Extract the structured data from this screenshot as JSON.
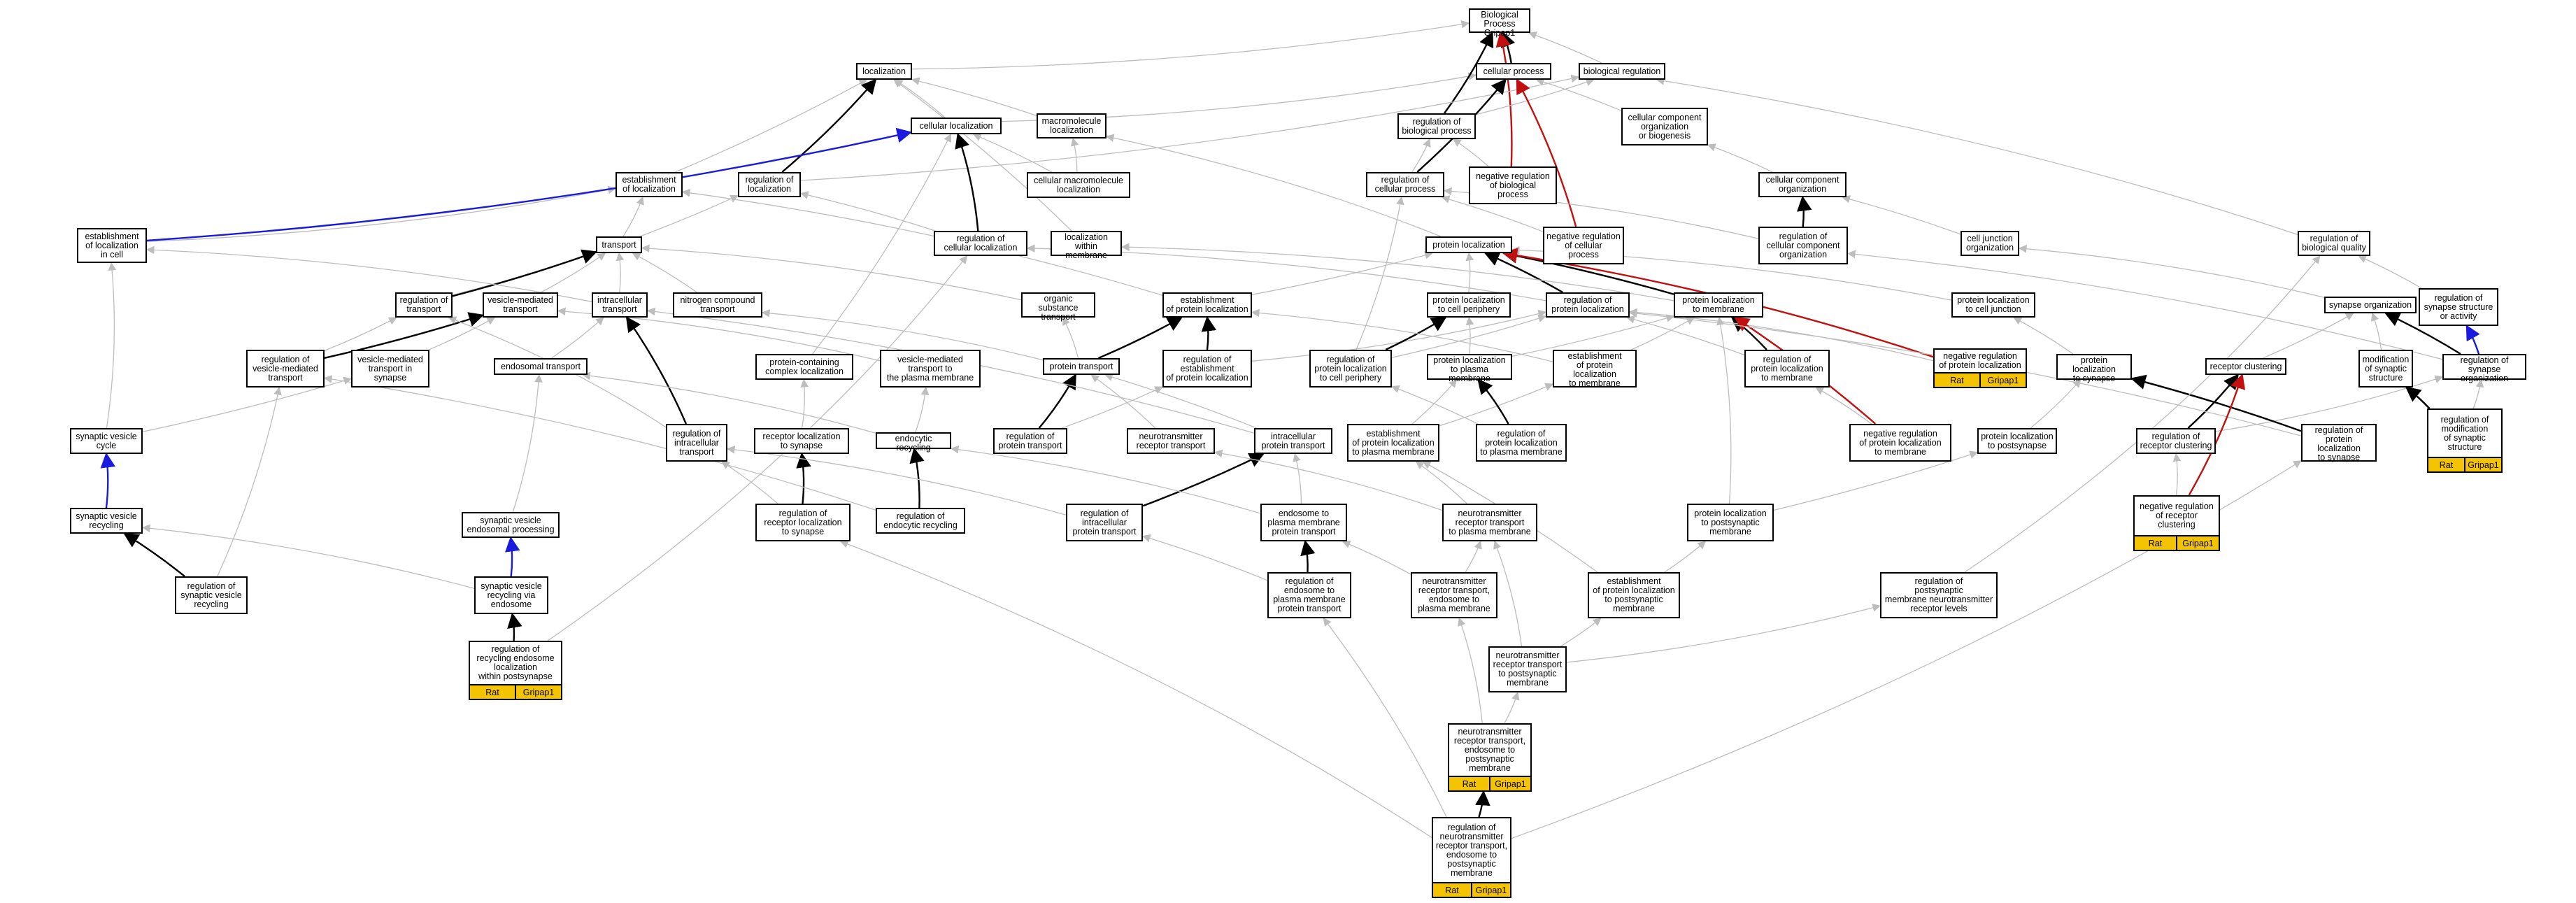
{
  "colors": {
    "is_a": "#bdbdbd",
    "part_of": "#000000",
    "positively_regulates": "#1a1adf",
    "negatively_regulates": "#c21010",
    "annotation_fill": "#f5c400"
  },
  "nodes": {
    "bp": {
      "label": "Biological Process\nGripap1"
    },
    "loc": {
      "label": "localization"
    },
    "cp": {
      "label": "cellular process"
    },
    "br": {
      "label": "biological regulation"
    },
    "cl": {
      "label": "cellular localization"
    },
    "ml": {
      "label": "macromolecule\nlocalization"
    },
    "rbp": {
      "label": "regulation of\nbiological process"
    },
    "ccob": {
      "label": "cellular component\norganization\nor biogenesis"
    },
    "eol": {
      "label": "establishment\nof localization"
    },
    "rol": {
      "label": "regulation of\nlocalization"
    },
    "cml": {
      "label": "cellular macromolecule\nlocalization"
    },
    "rcp": {
      "label": "regulation of\ncellular process"
    },
    "nrbp": {
      "label": "negative regulation\nof biological\nprocess"
    },
    "cco": {
      "label": "cellular component\norganization"
    },
    "elic": {
      "label": "establishment\nof localization\nin cell"
    },
    "rcl": {
      "label": "regulation of\ncellular localization"
    },
    "lwm": {
      "label": "localization\nwithin membrane"
    },
    "pl": {
      "label": "protein localization"
    },
    "nrcp": {
      "label": "negative regulation\nof cellular\nprocess"
    },
    "rcco": {
      "label": "regulation of\ncellular component\norganization"
    },
    "cjo": {
      "label": "cell junction\norganization"
    },
    "rbq": {
      "label": "regulation of\nbiological quality"
    },
    "tr": {
      "label": "transport"
    },
    "rtr": {
      "label": "regulation of\ntransport"
    },
    "vmt": {
      "label": "vesicle-mediated\ntransport"
    },
    "it": {
      "label": "intracellular\ntransport"
    },
    "nct": {
      "label": "nitrogen compound\ntransport"
    },
    "ost": {
      "label": "organic substance\ntransport"
    },
    "epl": {
      "label": "establishment\nof protein localization"
    },
    "plcp": {
      "label": "protein localization\nto cell periphery"
    },
    "rpl": {
      "label": "regulation of\nprotein localization"
    },
    "pltm": {
      "label": "protein localization\nto membrane"
    },
    "plcj": {
      "label": "protein localization\nto cell junction"
    },
    "so": {
      "label": "synapse organization"
    },
    "rssa": {
      "label": "regulation of\nsynapse structure\nor activity"
    },
    "rvmt": {
      "label": "regulation of\nvesicle-mediated\ntransport"
    },
    "vmtis": {
      "label": "vesicle-mediated\ntransport in\nsynapse"
    },
    "et": {
      "label": "endosomal transport"
    },
    "pcl": {
      "label": "protein-containing\ncomplex localization"
    },
    "vmtpm": {
      "label": "vesicle-mediated\ntransport to\nthe plasma membrane"
    },
    "pt": {
      "label": "protein transport"
    },
    "repl": {
      "label": "regulation of\nestablishment\nof protein localization"
    },
    "rplcp": {
      "label": "regulation of\nprotein localization\nto cell periphery"
    },
    "plpm": {
      "label": "protein localization\nto plasma membrane"
    },
    "epltm": {
      "label": "establishment\nof protein localization\nto membrane"
    },
    "rpltm": {
      "label": "regulation of\nprotein localization\nto membrane"
    },
    "nrpl": {
      "label": "negative regulation\nof protein localization",
      "annotation": [
        "Rat",
        "Gripap1"
      ]
    },
    "pls": {
      "label": "protein localization\nto synapse"
    },
    "rc": {
      "label": "receptor clustering"
    },
    "mss": {
      "label": "modification\nof synaptic\nstructure"
    },
    "rso": {
      "label": "regulation of\nsynapse organization"
    },
    "svc": {
      "label": "synaptic vesicle\ncycle"
    },
    "rit": {
      "label": "regulation of\nintracellular\ntransport"
    },
    "rls": {
      "label": "receptor localization\nto synapse"
    },
    "ecr": {
      "label": "endocytic recycling"
    },
    "rpt": {
      "label": "regulation of\nprotein transport"
    },
    "nrt": {
      "label": "neurotransmitter\nreceptor transport"
    },
    "intp": {
      "label": "intracellular\nprotein transport"
    },
    "epltpm": {
      "label": "establishment\nof protein localization\nto plasma membrane"
    },
    "rplpm": {
      "label": "regulation of\nprotein localization\nto plasma membrane"
    },
    "nrpltm": {
      "label": "negative regulation\nof protein localization\nto membrane"
    },
    "plps": {
      "label": "protein localization\nto postsynapse"
    },
    "rrc": {
      "label": "regulation of\nreceptor clustering"
    },
    "rpls": {
      "label": "regulation of\nprotein localization\nto synapse"
    },
    "rmss": {
      "label": "regulation of\nmodification\nof synaptic\nstructure",
      "annotation": [
        "Rat",
        "Gripap1"
      ]
    },
    "svr": {
      "label": "synaptic vesicle\nrecycling"
    },
    "sveep": {
      "label": "synaptic vesicle\nendosomal processing"
    },
    "rrls": {
      "label": "regulation of\nreceptor localization\nto synapse"
    },
    "rer": {
      "label": "regulation of\nendocytic recycling"
    },
    "rript": {
      "label": "regulation of\nintracellular\nprotein transport"
    },
    "etpmpt": {
      "label": "endosome to\nplasma membrane\nprotein transport"
    },
    "nrtpm": {
      "label": "neurotransmitter\nreceptor transport\nto plasma membrane"
    },
    "pltpm": {
      "label": "protein localization\nto postsynaptic\nmembrane"
    },
    "nrrc": {
      "label": "negative regulation\nof receptor\nclustering",
      "annotation": [
        "Rat",
        "Gripap1"
      ]
    },
    "rsvr": {
      "label": "regulation of\nsynaptic vesicle\nrecycling"
    },
    "svrve": {
      "label": "synaptic vesicle\nrecycling via\nendosome"
    },
    "retpmpt": {
      "label": "regulation of\nendosome to\nplasma membrane\nprotein transport"
    },
    "nrtepm": {
      "label": "neurotransmitter\nreceptor transport,\nendosome to\nplasma membrane"
    },
    "epltpsm": {
      "label": "establishment\nof protein localization\nto postsynaptic\nmembrane"
    },
    "rpmnrl": {
      "label": "regulation of\npostsynaptic\nmembrane neurotransmitter\nreceptor levels"
    },
    "rrelp": {
      "label": "regulation of\nrecycling endosome\nlocalization\nwithin postsynapse",
      "annotation": [
        "Rat",
        "Gripap1"
      ]
    },
    "nrttpm": {
      "label": "neurotransmitter\nreceptor transport\nto postsynaptic\nmembrane"
    },
    "nrtepsm": {
      "label": "neurotransmitter\nreceptor transport,\nendosome to\npostsynaptic\nmembrane",
      "annotation": [
        "Rat",
        "Gripap1"
      ]
    },
    "rnrtepsm": {
      "label": "regulation of\nneurotransmitter\nreceptor transport,\nendosome to\npostsynaptic\nmembrane",
      "annotation": [
        "Rat",
        "Gripap1"
      ]
    }
  },
  "edges": [
    [
      "loc",
      "bp",
      "is_a"
    ],
    [
      "cp",
      "bp",
      "part_of"
    ],
    [
      "br",
      "bp",
      "is_a"
    ],
    [
      "nrbp",
      "bp",
      "negatively_regulates"
    ],
    [
      "cl",
      "loc",
      "is_a"
    ],
    [
      "cl",
      "cp",
      "is_a"
    ],
    [
      "ml",
      "loc",
      "is_a"
    ],
    [
      "rbp",
      "br",
      "is_a"
    ],
    [
      "rbp",
      "bp",
      "part_of"
    ],
    [
      "ccob",
      "cp",
      "is_a"
    ],
    [
      "eol",
      "loc",
      "is_a"
    ],
    [
      "rol",
      "br",
      "is_a"
    ],
    [
      "rol",
      "loc",
      "part_of"
    ],
    [
      "cml",
      "cl",
      "is_a"
    ],
    [
      "cml",
      "ml",
      "is_a"
    ],
    [
      "rcp",
      "rbp",
      "is_a"
    ],
    [
      "rcp",
      "cp",
      "part_of"
    ],
    [
      "nrbp",
      "rbp",
      "is_a"
    ],
    [
      "cco",
      "ccob",
      "is_a"
    ],
    [
      "elic",
      "eol",
      "is_a"
    ],
    [
      "elic",
      "cl",
      "positively_regulates"
    ],
    [
      "rcl",
      "rol",
      "is_a"
    ],
    [
      "rcl",
      "cl",
      "part_of"
    ],
    [
      "lwm",
      "loc",
      "is_a"
    ],
    [
      "pl",
      "ml",
      "is_a"
    ],
    [
      "nrcp",
      "rcp",
      "is_a"
    ],
    [
      "nrcp",
      "cp",
      "negatively_regulates"
    ],
    [
      "rcco",
      "rcp",
      "is_a"
    ],
    [
      "rcco",
      "cco",
      "part_of"
    ],
    [
      "cjo",
      "cco",
      "is_a"
    ],
    [
      "rbq",
      "br",
      "is_a"
    ],
    [
      "tr",
      "eol",
      "is_a"
    ],
    [
      "rtr",
      "rol",
      "is_a"
    ],
    [
      "rtr",
      "tr",
      "part_of"
    ],
    [
      "vmt",
      "tr",
      "is_a"
    ],
    [
      "it",
      "tr",
      "is_a"
    ],
    [
      "it",
      "elic",
      "is_a"
    ],
    [
      "nct",
      "tr",
      "is_a"
    ],
    [
      "ost",
      "tr",
      "is_a"
    ],
    [
      "epl",
      "pl",
      "is_a"
    ],
    [
      "epl",
      "eol",
      "is_a"
    ],
    [
      "plcp",
      "pl",
      "is_a"
    ],
    [
      "rpl",
      "rcl",
      "is_a"
    ],
    [
      "rpl",
      "pl",
      "part_of"
    ],
    [
      "pltm",
      "pl",
      "part_of"
    ],
    [
      "pltm",
      "lwm",
      "is_a"
    ],
    [
      "plcj",
      "pl",
      "is_a"
    ],
    [
      "so",
      "cjo",
      "is_a"
    ],
    [
      "rssa",
      "rbq",
      "is_a"
    ],
    [
      "rvmt",
      "rtr",
      "is_a"
    ],
    [
      "rvmt",
      "vmt",
      "part_of"
    ],
    [
      "vmtis",
      "vmt",
      "is_a"
    ],
    [
      "et",
      "it",
      "is_a"
    ],
    [
      "pcl",
      "cl",
      "is_a"
    ],
    [
      "vmtpm",
      "vmt",
      "is_a"
    ],
    [
      "pt",
      "ost",
      "is_a"
    ],
    [
      "pt",
      "nct",
      "is_a"
    ],
    [
      "pt",
      "epl",
      "part_of"
    ],
    [
      "repl",
      "rpl",
      "is_a"
    ],
    [
      "repl",
      "epl",
      "part_of"
    ],
    [
      "rplcp",
      "rpl",
      "is_a"
    ],
    [
      "rplcp",
      "plcp",
      "part_of"
    ],
    [
      "plpm",
      "plcp",
      "is_a"
    ],
    [
      "plpm",
      "pltm",
      "is_a"
    ],
    [
      "epltm",
      "epl",
      "is_a"
    ],
    [
      "epltm",
      "pltm",
      "is_a"
    ],
    [
      "rpltm",
      "rpl",
      "is_a"
    ],
    [
      "rpltm",
      "pltm",
      "part_of"
    ],
    [
      "nrpl",
      "rpl",
      "is_a"
    ],
    [
      "nrpl",
      "pl",
      "negatively_regulates"
    ],
    [
      "pls",
      "plcj",
      "is_a"
    ],
    [
      "rc",
      "so",
      "is_a"
    ],
    [
      "mss",
      "so",
      "is_a"
    ],
    [
      "rso",
      "rcco",
      "is_a"
    ],
    [
      "rso",
      "so",
      "part_of"
    ],
    [
      "rso",
      "rssa",
      "positively_regulates"
    ],
    [
      "svc",
      "vmtis",
      "is_a"
    ],
    [
      "svc",
      "elic",
      "is_a"
    ],
    [
      "rit",
      "rtr",
      "is_a"
    ],
    [
      "rit",
      "it",
      "part_of"
    ],
    [
      "rls",
      "pcl",
      "is_a"
    ],
    [
      "ecr",
      "vmtpm",
      "is_a"
    ],
    [
      "ecr",
      "et",
      "is_a"
    ],
    [
      "rpt",
      "repl",
      "is_a"
    ],
    [
      "rpt",
      "pt",
      "part_of"
    ],
    [
      "nrt",
      "pt",
      "is_a"
    ],
    [
      "intp",
      "it",
      "is_a"
    ],
    [
      "intp",
      "pt",
      "is_a"
    ],
    [
      "rplcp",
      "rcp",
      "is_a"
    ],
    [
      "epltpm",
      "plpm",
      "is_a"
    ],
    [
      "epltpm",
      "epltm",
      "is_a"
    ],
    [
      "rplpm",
      "rplcp",
      "is_a"
    ],
    [
      "rplpm",
      "plpm",
      "part_of"
    ],
    [
      "nrpltm",
      "rpltm",
      "is_a"
    ],
    [
      "nrpltm",
      "pltm",
      "negatively_regulates"
    ],
    [
      "plps",
      "pls",
      "is_a"
    ],
    [
      "rrc",
      "rso",
      "is_a"
    ],
    [
      "rrc",
      "rc",
      "part_of"
    ],
    [
      "rpls",
      "rpl",
      "is_a"
    ],
    [
      "rpls",
      "pls",
      "part_of"
    ],
    [
      "rmss",
      "rso",
      "is_a"
    ],
    [
      "rmss",
      "mss",
      "part_of"
    ],
    [
      "svr",
      "svc",
      "positively_regulates"
    ],
    [
      "sveep",
      "et",
      "is_a"
    ],
    [
      "rrls",
      "rls",
      "part_of"
    ],
    [
      "rrls",
      "rit",
      "is_a"
    ],
    [
      "rer",
      "ecr",
      "part_of"
    ],
    [
      "rer",
      "rvmt",
      "is_a"
    ],
    [
      "rript",
      "rit",
      "is_a"
    ],
    [
      "rript",
      "intp",
      "part_of"
    ],
    [
      "etpmpt",
      "intp",
      "is_a"
    ],
    [
      "etpmpt",
      "ecr",
      "is_a"
    ],
    [
      "nrtpm",
      "nrt",
      "is_a"
    ],
    [
      "nrtpm",
      "epltpm",
      "is_a"
    ],
    [
      "pltpm",
      "plps",
      "is_a"
    ],
    [
      "pltpm",
      "pltm",
      "is_a"
    ],
    [
      "nrrc",
      "rrc",
      "is_a"
    ],
    [
      "nrrc",
      "rc",
      "negatively_regulates"
    ],
    [
      "rsvr",
      "svr",
      "part_of"
    ],
    [
      "rsvr",
      "rvmt",
      "is_a"
    ],
    [
      "svrve",
      "sveep",
      "positively_regulates"
    ],
    [
      "svrve",
      "svr",
      "is_a"
    ],
    [
      "retpmpt",
      "etpmpt",
      "part_of"
    ],
    [
      "retpmpt",
      "rript",
      "is_a"
    ],
    [
      "nrtepm",
      "nrtpm",
      "is_a"
    ],
    [
      "nrtepm",
      "etpmpt",
      "is_a"
    ],
    [
      "epltpsm",
      "pltpm",
      "is_a"
    ],
    [
      "epltpsm",
      "epltpm",
      "is_a"
    ],
    [
      "rpmnrl",
      "rbq",
      "is_a"
    ],
    [
      "rrelp",
      "svrve",
      "part_of"
    ],
    [
      "rrelp",
      "rcl",
      "is_a"
    ],
    [
      "nrttpm",
      "nrtpm",
      "is_a"
    ],
    [
      "nrttpm",
      "epltpsm",
      "is_a"
    ],
    [
      "nrttpm",
      "rpmnrl",
      "is_a"
    ],
    [
      "nrtepsm",
      "nrttpm",
      "is_a"
    ],
    [
      "nrtepsm",
      "nrtepm",
      "is_a"
    ],
    [
      "rnrtepsm",
      "nrtepsm",
      "part_of"
    ],
    [
      "rnrtepsm",
      "retpmpt",
      "is_a"
    ],
    [
      "rnrtepsm",
      "rrls",
      "is_a"
    ],
    [
      "rnrtepsm",
      "rpls",
      "is_a"
    ]
  ]
}
